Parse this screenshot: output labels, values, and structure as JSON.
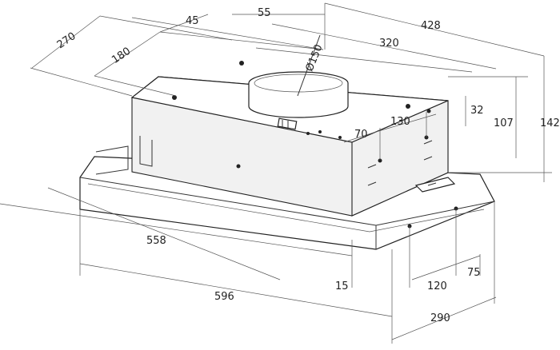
{
  "dimensions": {
    "d270": "270",
    "d45": "45",
    "d55": "55",
    "d428": "428",
    "d180": "180",
    "d150": "Ø150",
    "d320": "320",
    "d32": "32",
    "d107": "107",
    "d142": "142",
    "d70": "70",
    "d130": "130",
    "d558": "558",
    "d15": "15",
    "d120": "120",
    "d75": "75",
    "d596": "596",
    "d290": "290"
  }
}
